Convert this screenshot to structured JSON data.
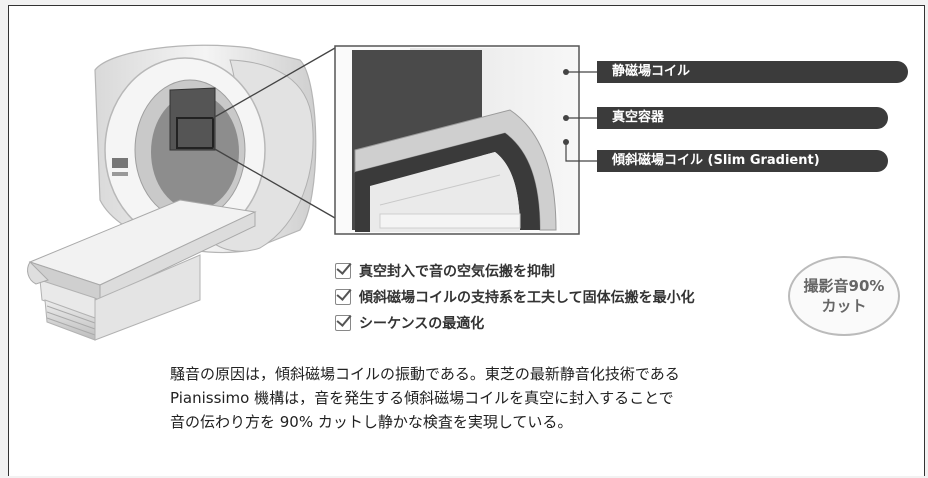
{
  "callouts": {
    "static_coil": "静磁場コイル",
    "vacuum_vessel": "真空容器",
    "gradient_coil": "傾斜磁場コイル (Slim Gradient)"
  },
  "checklist": [
    "真空封入で音の空気伝搬を抑制",
    "傾斜磁場コイルの支持系を工夫して固体伝搬を最小化",
    "シーケンスの最適化"
  ],
  "badge": {
    "line1": "撮影音90%",
    "line2": "カット"
  },
  "description": [
    "騒音の原因は，傾斜磁場コイルの振動である。東芝の最新静音化技術である",
    "Pianissimo 機構は，音を発生する傾斜磁場コイルを真空に封入することで",
    "音の伝わり方を 90% カットし静かな検査を実現している。"
  ],
  "icons": {
    "check": "checkmark-icon"
  }
}
